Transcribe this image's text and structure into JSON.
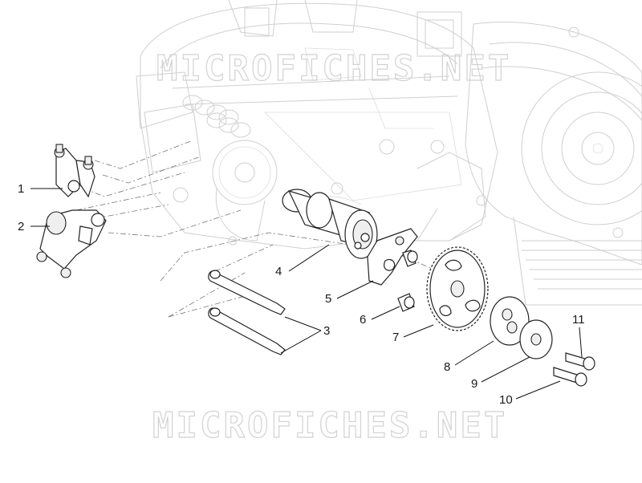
{
  "watermark": {
    "top_text": "MICROFICHES.NET",
    "bottom_text": "MICROFICHES.NET"
  },
  "callouts": [
    {
      "id": "1",
      "label": "1"
    },
    {
      "id": "2",
      "label": "2"
    },
    {
      "id": "3",
      "label": "3"
    },
    {
      "id": "4",
      "label": "4"
    },
    {
      "id": "5",
      "label": "5"
    },
    {
      "id": "6",
      "label": "6"
    },
    {
      "id": "7",
      "label": "7"
    },
    {
      "id": "8",
      "label": "8"
    },
    {
      "id": "9",
      "label": "9"
    },
    {
      "id": "10",
      "label": "10"
    },
    {
      "id": "11",
      "label": "11"
    }
  ],
  "colors": {
    "background": "#ffffff",
    "line_art": "#222222",
    "ghost_engine": "#cfcfcf",
    "watermark": "#d2d2d2"
  }
}
